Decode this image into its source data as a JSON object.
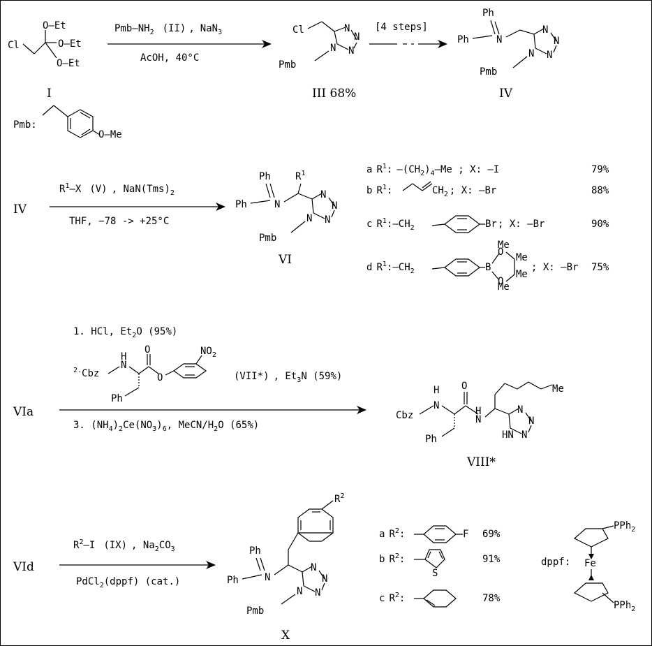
{
  "compounds": {
    "I": "I",
    "III": "III 68%",
    "IV": "IV",
    "IV_start": "IV",
    "VI": "VI",
    "VIa": "VIa",
    "VIII": "VIII*",
    "VId": "VId",
    "X": "X"
  },
  "atoms": {
    "cl": "Cl",
    "oet": "O—Et",
    "oet2": "O—Et",
    "oet3": "O—Et",
    "pmb": "Pmb",
    "pmb_def": "Pmb:",
    "ome": "O—Me",
    "ph": "Ph",
    "n": "N",
    "r1": "R",
    "r2": "R",
    "sup1": "1",
    "sup2": "2",
    "me": "Me",
    "cbz": "Cbz",
    "h": "H",
    "o": "O",
    "no2": "NO",
    "f": "F",
    "s": "S",
    "b": "B",
    "br": "Br",
    "fe": "Fe",
    "pph": "PPh",
    "dppf": "dppf:"
  },
  "step1": {
    "reagent_top": "Pmb—NH",
    "reagent_sub": "2",
    "reagent_ii": "(II)",
    "reagent_nan3": "NaN",
    "reagent_nan3_sub": "3",
    "reagent_bottom": "AcOH,  40°C"
  },
  "step2": {
    "label": "[4 steps]"
  },
  "step3": {
    "reagent_r1": "R",
    "reagent_x": "—X",
    "reagent_v": "(V)",
    "reagent_base": ", NaN(Tms)",
    "reagent_base_sub": "2",
    "conditions": "THF,  −78 -> +25°C"
  },
  "r1_table": [
    {
      "id": "a",
      "r1": "—(CH",
      "r1_sub": "2",
      "r1_tail": ")",
      "r1_tail_sub": "4",
      "r1_end": "—Me ; X: —I",
      "yield": "79%"
    },
    {
      "id": "b",
      "r1": "CH",
      "r1_sub": "2",
      "x": "; X: —Br",
      "yield": "88%"
    },
    {
      "id": "c",
      "r1": "—CH",
      "r1_sub": "2",
      "x": "; X: —Br",
      "yield": "90%"
    },
    {
      "id": "d",
      "r1": "—CH",
      "r1_sub": "2",
      "x": "; X: —Br",
      "yield": "75%"
    }
  ],
  "step4": {
    "line1": "1. HCl,  Et",
    "line1_sub": "2",
    "line1_tail": "O  (95%)",
    "line2_num": "2.",
    "line2_vii": "(VII*)",
    "line2_et3n": ", Et",
    "line2_et3n_sub": "3",
    "line2_tail": "N  (59%)",
    "line3": "3. (NH",
    "line3_a": "4",
    "line3_b": ")",
    "line3_c": "2",
    "line3_d": "Ce(NO",
    "line3_e": "3",
    "line3_f": ")",
    "line3_g": "6",
    "line3_h": ",  MeCN/H",
    "line3_i": "2",
    "line3_j": "O  (65%)"
  },
  "step5": {
    "reagent_r2": "R",
    "reagent_i": "—I",
    "reagent_ix": "(IX)",
    "reagent_base": ", Na",
    "reagent_base_sub": "2",
    "reagent_base_tail": "CO",
    "reagent_base_sub2": "3",
    "catalyst": "PdCl",
    "catalyst_sub": "2",
    "catalyst_tail": "(dppf) (cat.)"
  },
  "r2_table": [
    {
      "id": "a",
      "label": "R",
      "yield": "69%"
    },
    {
      "id": "b",
      "label": "R",
      "yield": "91%"
    },
    {
      "id": "c",
      "label": "R",
      "yield": "78%"
    }
  ]
}
